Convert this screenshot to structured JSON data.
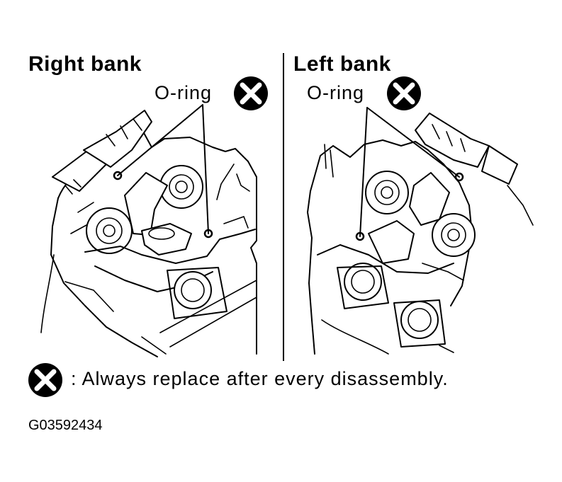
{
  "panels": {
    "right": {
      "title": "Right bank",
      "callout": "O-ring"
    },
    "left": {
      "title": "Left bank",
      "callout": "O-ring"
    }
  },
  "legend": {
    "text": ": Always replace after every disassembly."
  },
  "figure_code": "G03592434",
  "icons": {
    "replace_symbol": "circle-x-icon"
  },
  "colors": {
    "ink": "#000000",
    "background": "#ffffff"
  }
}
